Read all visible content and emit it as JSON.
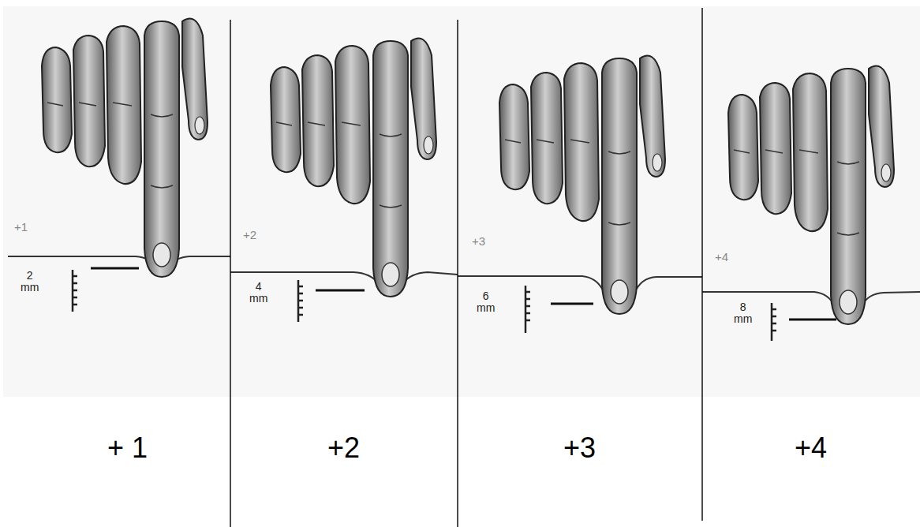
{
  "diagram": {
    "labels": [
      "+1",
      "2 mm",
      "+2",
      "4 mm",
      "+3",
      "6 mm",
      "+4",
      "8 mm",
      "+ 1",
      "+2",
      "+3",
      "+4"
    ]
  }
}
